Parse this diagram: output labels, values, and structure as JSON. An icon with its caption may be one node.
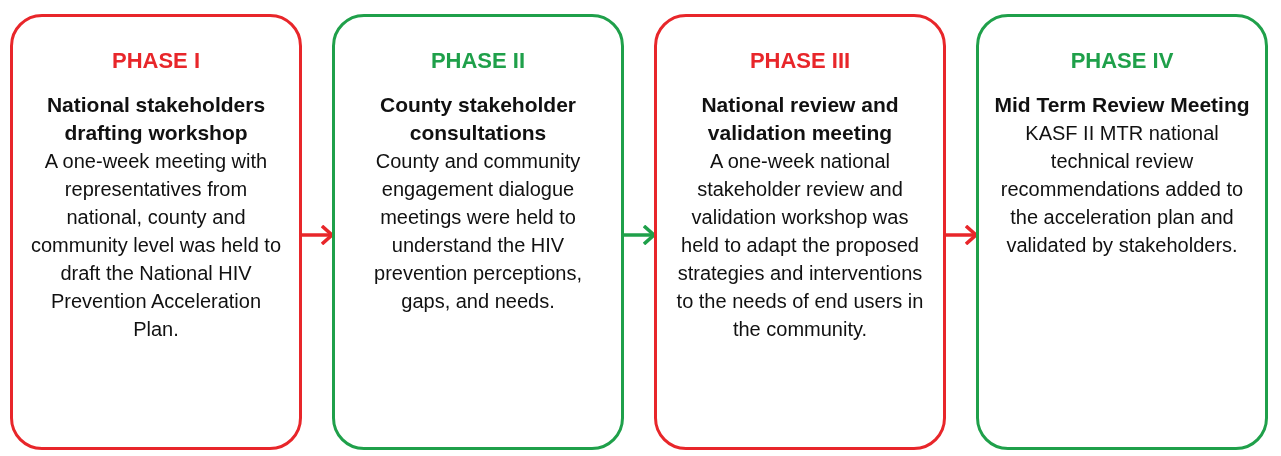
{
  "diagram": {
    "nodes": [
      {
        "text": [
          "PHASE I",
          "National stakeholders drafting workshop",
          "A one-week meeting with representatives from national, county and community level was held to draft the National HIV Prevention Acceleration Plan."
        ]
      },
      {
        "text": [
          "PHASE II",
          "County stakeholder consultations",
          "County and community engagement dialogue meetings were held to understand the HIV prevention perceptions, gaps, and needs."
        ]
      },
      {
        "text": [
          "PHASE III",
          "National review and validation meeting",
          "A one-week national stakeholder review and validation workshop was held to adapt the proposed strategies and interventions to the needs of end users in the community."
        ]
      },
      {
        "text": [
          "PHASE IV",
          "Mid Term Review Meeting",
          "KASF II MTR national technical review recommendations added to the acceleration plan and validated by stakeholders."
        ]
      }
    ],
    "edges": [
      {
        "from": 0,
        "to": 1,
        "arrow": "to"
      },
      {
        "from": 1,
        "to": 2,
        "arrow": "to",
        "color": "#1fa04a"
      },
      {
        "from": 2,
        "to": 3,
        "arrow": "to"
      }
    ]
  }
}
